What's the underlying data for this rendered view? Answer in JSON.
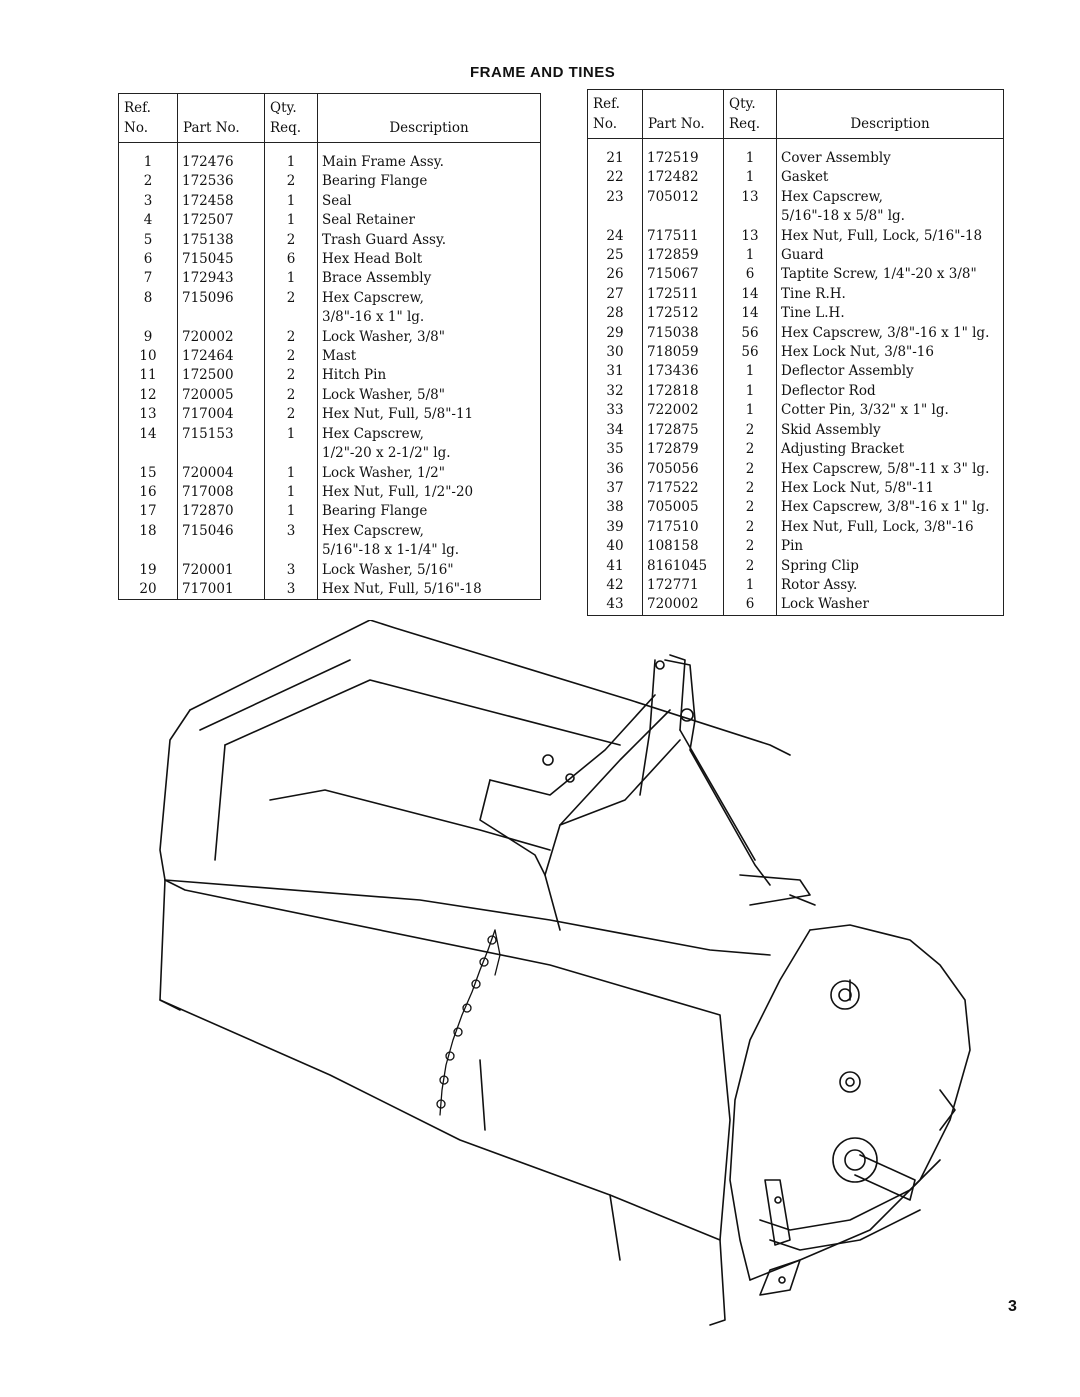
{
  "page": {
    "title": "FRAME AND TINES",
    "page_number": "3"
  },
  "headers": {
    "ref": "Ref.",
    "no": "No.",
    "part": "Part No.",
    "qty": "Qty.",
    "req": "Req.",
    "desc": "Description"
  },
  "left_rows": [
    {
      "ref": "1",
      "part": "172476",
      "qty": "1",
      "desc": "Main Frame Assy."
    },
    {
      "ref": "2",
      "part": "172536",
      "qty": "2",
      "desc": "Bearing Flange"
    },
    {
      "ref": "3",
      "part": "172458",
      "qty": "1",
      "desc": "Seal"
    },
    {
      "ref": "4",
      "part": "172507",
      "qty": "1",
      "desc": "Seal Retainer"
    },
    {
      "ref": "5",
      "part": "175138",
      "qty": "2",
      "desc": "Trash Guard Assy."
    },
    {
      "ref": "6",
      "part": "715045",
      "qty": "6",
      "desc": "Hex Head Bolt"
    },
    {
      "ref": "7",
      "part": "172943",
      "qty": "1",
      "desc": "Brace Assembly"
    },
    {
      "ref": "8",
      "part": "715096",
      "qty": "2",
      "desc": "Hex Capscrew,"
    },
    {
      "ref": "",
      "part": "",
      "qty": "",
      "desc": "3/8\"-16 x 1\" lg."
    },
    {
      "ref": "9",
      "part": "720002",
      "qty": "2",
      "desc": "Lock Washer, 3/8\""
    },
    {
      "ref": "10",
      "part": "172464",
      "qty": "2",
      "desc": "Mast"
    },
    {
      "ref": "11",
      "part": "172500",
      "qty": "2",
      "desc": "Hitch Pin"
    },
    {
      "ref": "12",
      "part": "720005",
      "qty": "2",
      "desc": "Lock Washer, 5/8\""
    },
    {
      "ref": "13",
      "part": "717004",
      "qty": "2",
      "desc": "Hex Nut, Full, 5/8\"-11"
    },
    {
      "ref": "14",
      "part": "715153",
      "qty": "1",
      "desc": "Hex Capscrew,"
    },
    {
      "ref": "",
      "part": "",
      "qty": "",
      "desc": "1/2\"-20 x 2-1/2\" lg."
    },
    {
      "ref": "15",
      "part": "720004",
      "qty": "1",
      "desc": "Lock Washer, 1/2\""
    },
    {
      "ref": "16",
      "part": "717008",
      "qty": "1",
      "desc": "Hex Nut, Full, 1/2\"-20"
    },
    {
      "ref": "17",
      "part": "172870",
      "qty": "1",
      "desc": "Bearing Flange"
    },
    {
      "ref": "18",
      "part": "715046",
      "qty": "3",
      "desc": "Hex Capscrew,"
    },
    {
      "ref": "",
      "part": "",
      "qty": "",
      "desc": "5/16\"-18 x 1-1/4\" lg."
    },
    {
      "ref": "19",
      "part": "720001",
      "qty": "3",
      "desc": "Lock Washer, 5/16\""
    },
    {
      "ref": "20",
      "part": "717001",
      "qty": "3",
      "desc": "Hex Nut, Full, 5/16\"-18"
    }
  ],
  "right_rows": [
    {
      "ref": "21",
      "part": "172519",
      "qty": "1",
      "desc": "Cover Assembly"
    },
    {
      "ref": "22",
      "part": "172482",
      "qty": "1",
      "desc": "Gasket"
    },
    {
      "ref": "23",
      "part": "705012",
      "qty": "13",
      "desc": "Hex Capscrew,"
    },
    {
      "ref": "",
      "part": "",
      "qty": "",
      "desc": "5/16\"-18 x 5/8\" lg."
    },
    {
      "ref": "24",
      "part": "717511",
      "qty": "13",
      "desc": "Hex Nut, Full, Lock, 5/16\"-18"
    },
    {
      "ref": "25",
      "part": "172859",
      "qty": "1",
      "desc": "Guard"
    },
    {
      "ref": "26",
      "part": "715067",
      "qty": "6",
      "desc": "Taptite Screw, 1/4\"-20 x 3/8\""
    },
    {
      "ref": "27",
      "part": "172511",
      "qty": "14",
      "desc": "Tine R.H."
    },
    {
      "ref": "28",
      "part": "172512",
      "qty": "14",
      "desc": "Tine L.H."
    },
    {
      "ref": "29",
      "part": "715038",
      "qty": "56",
      "desc": "Hex Capscrew, 3/8\"-16 x 1\" lg."
    },
    {
      "ref": "30",
      "part": "718059",
      "qty": "56",
      "desc": "Hex Lock Nut, 3/8\"-16"
    },
    {
      "ref": "31",
      "part": "173436",
      "qty": "1",
      "desc": "Deflector Assembly"
    },
    {
      "ref": "32",
      "part": "172818",
      "qty": "1",
      "desc": "Deflector Rod"
    },
    {
      "ref": "33",
      "part": "722002",
      "qty": "1",
      "desc": "Cotter Pin, 3/32\" x 1\" lg."
    },
    {
      "ref": "34",
      "part": "172875",
      "qty": "2",
      "desc": "Skid Assembly"
    },
    {
      "ref": "35",
      "part": "172879",
      "qty": "2",
      "desc": "Adjusting Bracket"
    },
    {
      "ref": "36",
      "part": "705056",
      "qty": "2",
      "desc": "Hex Capscrew, 5/8\"-11 x 3\" lg."
    },
    {
      "ref": "37",
      "part": "717522",
      "qty": "2",
      "desc": "Hex Lock Nut, 5/8\"-11"
    },
    {
      "ref": "38",
      "part": "705005",
      "qty": "2",
      "desc": "Hex Capscrew, 3/8\"-16 x 1\" lg."
    },
    {
      "ref": "39",
      "part": "717510",
      "qty": "2",
      "desc": "Hex Nut, Full, Lock, 3/8\"-16"
    },
    {
      "ref": "40",
      "part": "108158",
      "qty": "2",
      "desc": "Pin"
    },
    {
      "ref": "41",
      "part": "8161045",
      "qty": "2",
      "desc": "Spring Clip"
    },
    {
      "ref": "42",
      "part": "172771",
      "qty": "1",
      "desc": "Rotor Assy."
    },
    {
      "ref": "43",
      "part": "720002",
      "qty": "6",
      "desc": "Lock Washer"
    }
  ]
}
